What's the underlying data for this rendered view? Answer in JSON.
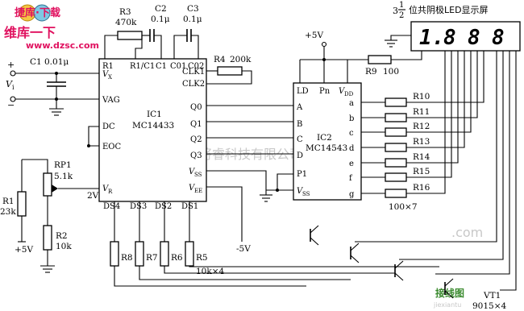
{
  "watermark": {
    "logo_text": "捷库·下载",
    "site_cn": "维库一下",
    "site_url": "www.dzsc.com",
    "center_cn": "杭州将睿科技有限公司",
    "bottom_cn": "接线图",
    "bottom_url": "jiexiantu",
    "bottom_com": ".com"
  },
  "display": {
    "title_prefix": "3",
    "title_frac_num": "1",
    "title_frac_den": "2",
    "title_text": "位共阴极LED显示屏",
    "digits": [
      "1.",
      "8",
      "8",
      "8"
    ]
  },
  "ic1": {
    "name": "IC1",
    "part": "MC14433",
    "pins": {
      "r1": "R1",
      "r1c1": "R1/C1",
      "c1": "C1",
      "c01": "C01",
      "c02": "C02",
      "vx": "V",
      "vx_sub": "X",
      "vag": "VAG",
      "dc": "DC",
      "eoc": "EOC",
      "vr": "V",
      "vr_sub": "R",
      "clk1": "CLK1",
      "clk2": "CLK2",
      "q0": "Q0",
      "q1": "Q1",
      "q2": "Q2",
      "q3": "Q3",
      "vss": "V",
      "vss_sub": "SS",
      "vee": "V",
      "vee_sub": "EE",
      "ds4": "DS4",
      "ds3": "DS3",
      "ds2": "DS2",
      "ds1": "DS1"
    }
  },
  "ic2": {
    "name": "IC2",
    "part": "MC14543",
    "pins": {
      "ld": "LD",
      "pn": "Pn",
      "vdd": "V",
      "vdd_sub": "DD",
      "a_in": "A",
      "b_in": "B",
      "c_in": "C",
      "d_in": "D",
      "p1": "P1",
      "vss": "V",
      "vss_sub": "SS",
      "a": "a",
      "b": "b",
      "c": "c",
      "d": "d",
      "e": "e",
      "f": "f",
      "g": "g"
    }
  },
  "components": {
    "r3": "R3",
    "r3_val": "470k",
    "c2": "C2",
    "c2_val": "0.1μ",
    "c3": "C3",
    "c3_val": "0.1μ",
    "c1": "C1",
    "c1_val": "0.01μ",
    "r4": "R4",
    "r4_val": "200k",
    "r9": "R9",
    "r9_val": "100",
    "rp1": "RP1",
    "rp1_val": "5.1k",
    "r1": "R1",
    "r1_val": "23k",
    "r2": "R2",
    "r2_val": "10k",
    "seg_resistors": [
      "R10",
      "R11",
      "R12",
      "R13",
      "R14",
      "R15",
      "R16"
    ],
    "seg_note": "100×7",
    "ds_resistors": [
      "R8",
      "R7",
      "R6",
      "R5"
    ],
    "ds_note": "10k×4",
    "vt1": "VT1",
    "vt_note": "9015×4"
  },
  "supply": {
    "plus5": "+5V",
    "minus5": "-5V",
    "plus5_left": "+5V",
    "vr_level": "2V",
    "vi": "V",
    "vi_sub": "i",
    "plus": "+",
    "minus": "−"
  }
}
